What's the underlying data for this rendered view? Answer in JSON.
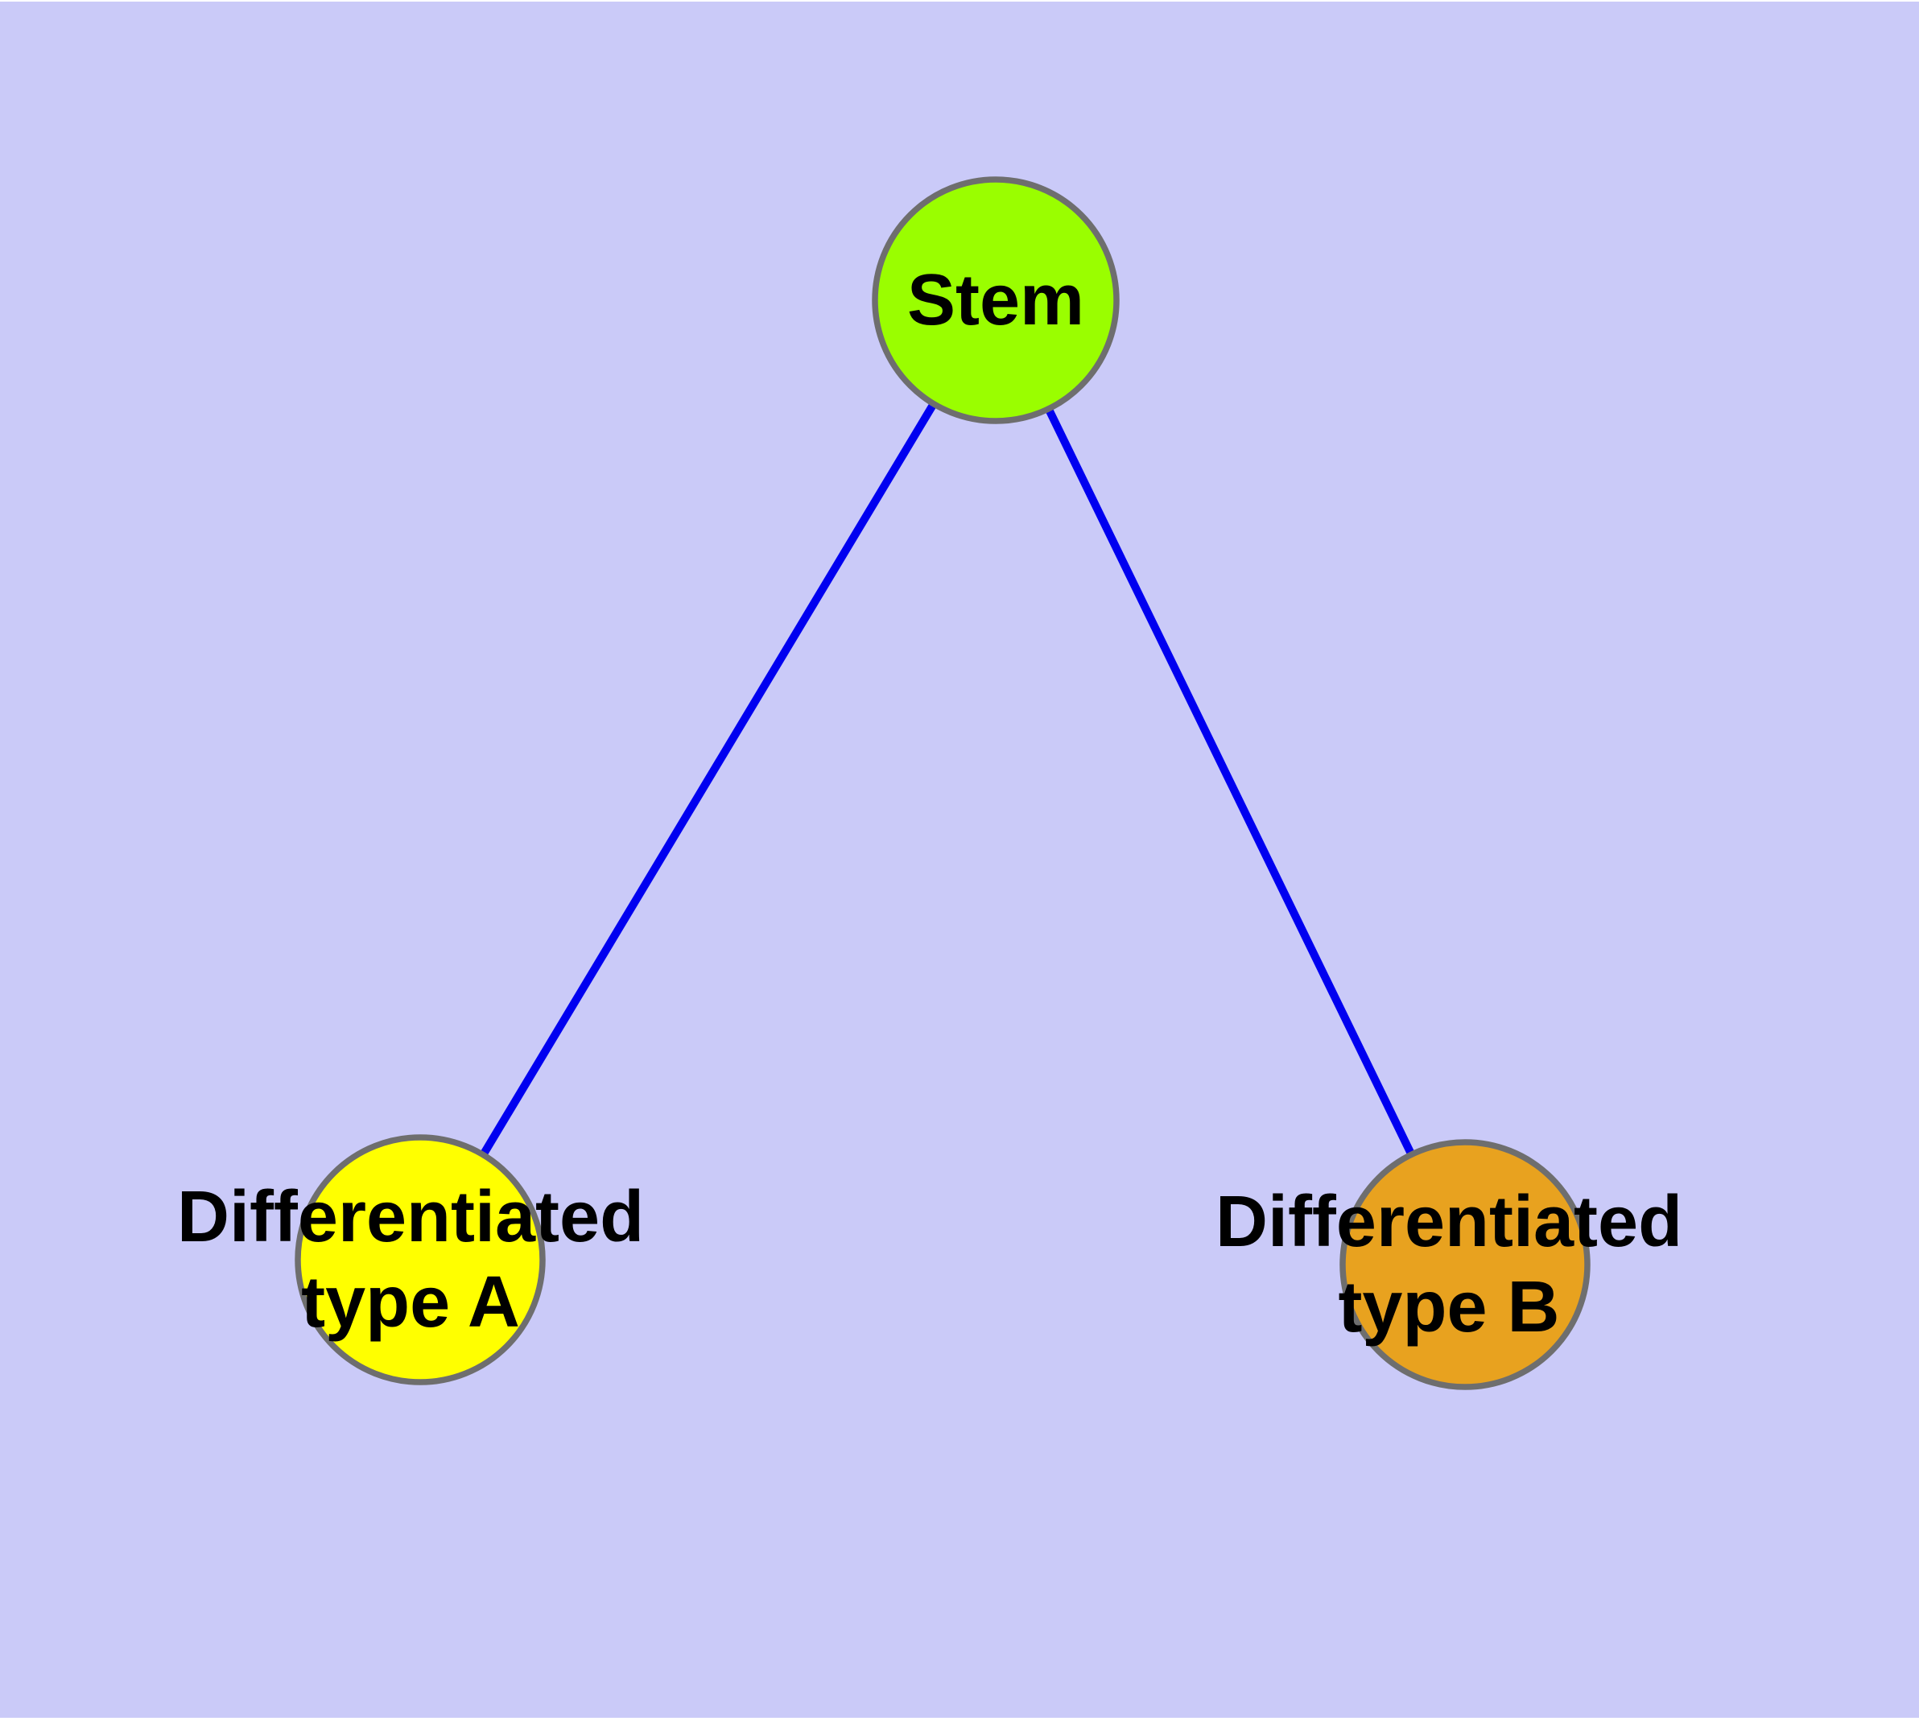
{
  "diagram": {
    "type": "graph",
    "background_color": "#cacaf8",
    "edge_color": "#0000f0",
    "node_border_color": "#6e6e6e",
    "text_color": "#000000",
    "nodes": {
      "stem": {
        "id": "stem",
        "label": "Stem",
        "fill": "#9afe00"
      },
      "type_a": {
        "id": "differentiated-type-a",
        "label_line1": "Differentiated",
        "label_line2": "type A",
        "label": "Differentiated type A",
        "fill": "#ffff00"
      },
      "type_b": {
        "id": "differentiated-type-b",
        "label_line1": "Differentiated",
        "label_line2": "type B",
        "label": "Differentiated type B",
        "fill": "#e8a21f"
      }
    },
    "edges": [
      {
        "from": "Stem",
        "to": "Differentiated type A"
      },
      {
        "from": "Stem",
        "to": "Differentiated type B"
      }
    ]
  }
}
